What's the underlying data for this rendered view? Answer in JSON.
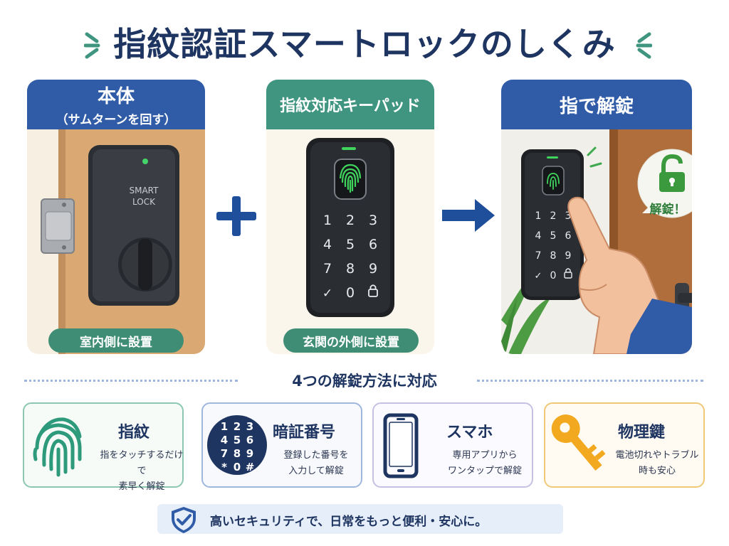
{
  "title": "指紋認証スマートロックのしくみ",
  "panels": {
    "body": {
      "header": "本体",
      "subheader": "（サムターンを回す）",
      "device_label_line1": "SMART",
      "device_label_line2": "LOCK",
      "badge": "室内側に設置"
    },
    "keypad": {
      "header": "指紋対応キーパッド",
      "keys": [
        "1",
        "2",
        "3",
        "4",
        "5",
        "6",
        "7",
        "8",
        "9",
        "✓",
        "0",
        "🔒"
      ],
      "badge": "玄関の外側に設置"
    },
    "unlock": {
      "header": "指で解錠",
      "bubble_text": "解錠！",
      "keys": [
        "1",
        "2",
        "3",
        "4",
        "5",
        "6",
        "7",
        "8",
        "9",
        "✓",
        "0",
        "🔒"
      ]
    }
  },
  "section_title": "4つの解錠方法に対応",
  "methods": [
    {
      "name": "指紋",
      "icon": "fingerprint-icon",
      "desc_line1": "指をタッチするだけで",
      "desc_line2": "素早く解錠"
    },
    {
      "name": "暗証番号",
      "icon": "keypad-icon",
      "keys": [
        "1",
        "2",
        "3",
        "4",
        "5",
        "6",
        "7",
        "8",
        "9",
        "*",
        "0",
        "#"
      ],
      "desc_line1": "登録した番号を",
      "desc_line2": "入力して解錠"
    },
    {
      "name": "スマホ",
      "icon": "smartphone-icon",
      "desc_line1": "専用アプリから",
      "desc_line2": "ワンタップで解錠"
    },
    {
      "name": "物理鍵",
      "icon": "key-icon",
      "desc_line1": "電池切れやトラブル",
      "desc_line2": "時も安心"
    }
  ],
  "footer": {
    "icon": "shield-check-icon",
    "text": "高いセキュリティで、日常をもっと便利・安心に。"
  },
  "colors": {
    "navy": "#1f3561",
    "blue": "#2f5ba7",
    "green": "#3f8d74",
    "fingerprint": "#2bb24c",
    "key": "#f2a81f"
  }
}
